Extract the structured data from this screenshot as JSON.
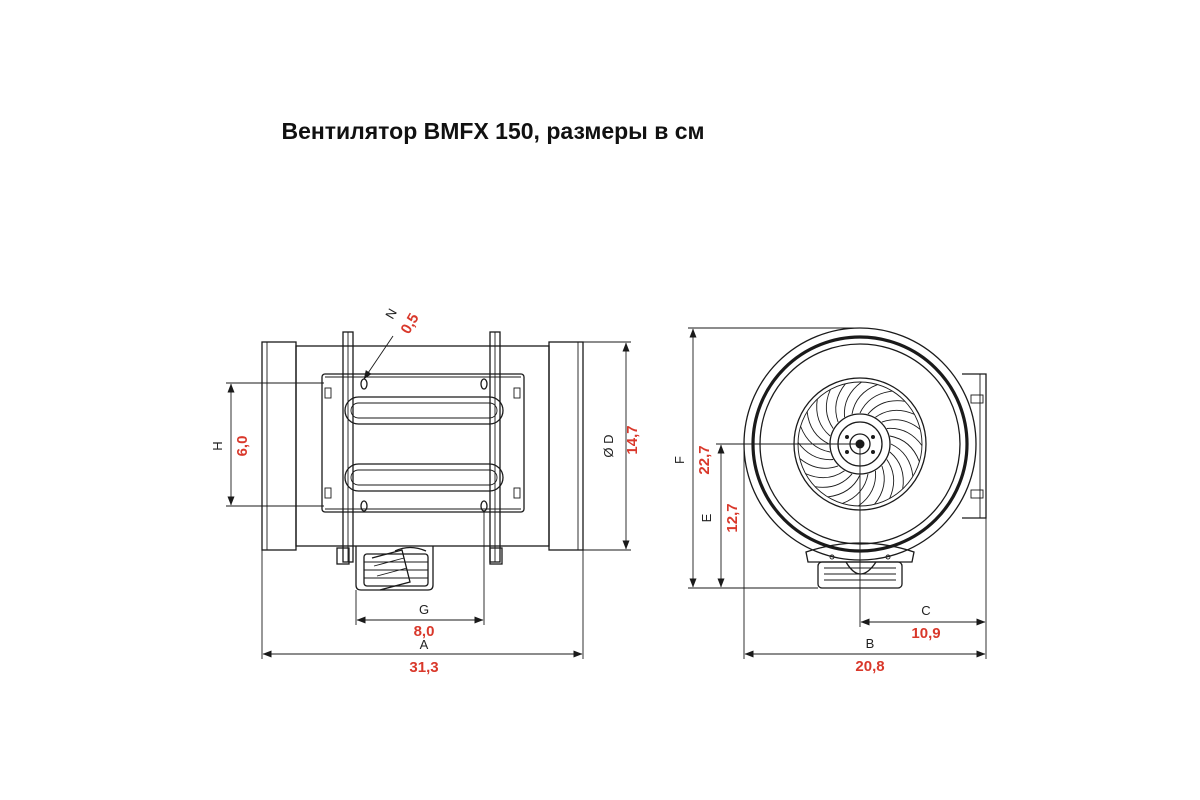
{
  "title": "Вентилятор BMFX 150, размеры в см",
  "colors": {
    "line": "#1a1a1a",
    "dimension_value": "#d9382b",
    "letter": "#222222"
  },
  "dimensions": {
    "A": {
      "letter": "A",
      "value": "31,3"
    },
    "B": {
      "letter": "B",
      "value": "20,8"
    },
    "C": {
      "letter": "C",
      "value": "10,9"
    },
    "D": {
      "letter": "Ø D",
      "value": "14,7"
    },
    "E": {
      "letter": "E",
      "value": "12,7"
    },
    "F": {
      "letter": "F",
      "value": "22,7"
    },
    "G": {
      "letter": "G",
      "value": "8,0"
    },
    "H": {
      "letter": "H",
      "value": "6,0"
    },
    "N": {
      "letter": "N",
      "value": "0,5"
    }
  }
}
